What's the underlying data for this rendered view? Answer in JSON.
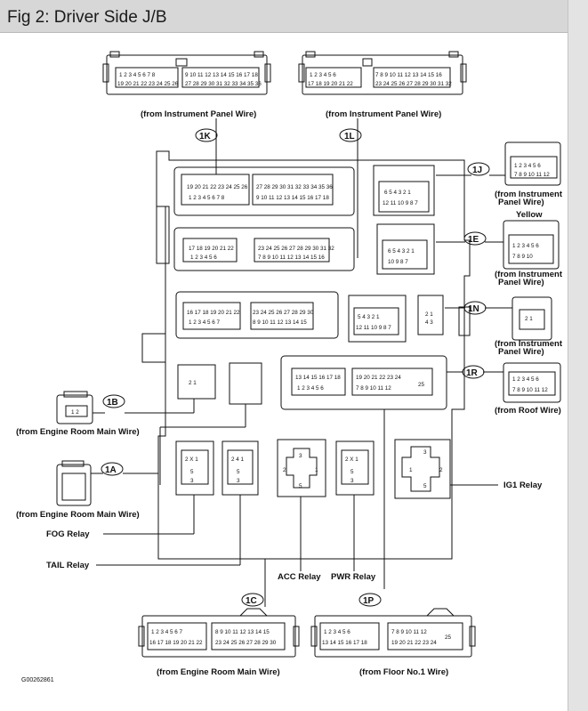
{
  "header": {
    "title": "Fig 2: Driver Side J/B"
  },
  "diagram": {
    "connectors": {
      "k": "1K",
      "l": "1L",
      "j": "1J",
      "e": "1E",
      "n": "1N",
      "r": "1R",
      "b": "1B",
      "a": "1A",
      "c": "1C",
      "p": "1P"
    },
    "sources": {
      "k": "(from Instrument Panel Wire)",
      "l": "(from Instrument Panel Wire)",
      "j1": "(from Instrument",
      "j2": "Panel Wire)",
      "e1": "(from Instrument",
      "e2": "Panel Wire)",
      "n1": "(from Instrument",
      "n2": "Panel Wire)",
      "r": "(from Roof Wire)",
      "b": "(from Engine Room Main Wire)",
      "a": "(from Engine Room Main Wire)",
      "c": "(from Engine Room Main Wire)",
      "p": "(from Floor No.1 Wire)"
    },
    "color_note": "Yellow",
    "relays": {
      "fog": "FOG Relay",
      "tail": "TAIL Relay",
      "acc": "ACC Relay",
      "pwr": "PWR Relay",
      "ig1": "IG1 Relay"
    },
    "code": "G00262861"
  }
}
